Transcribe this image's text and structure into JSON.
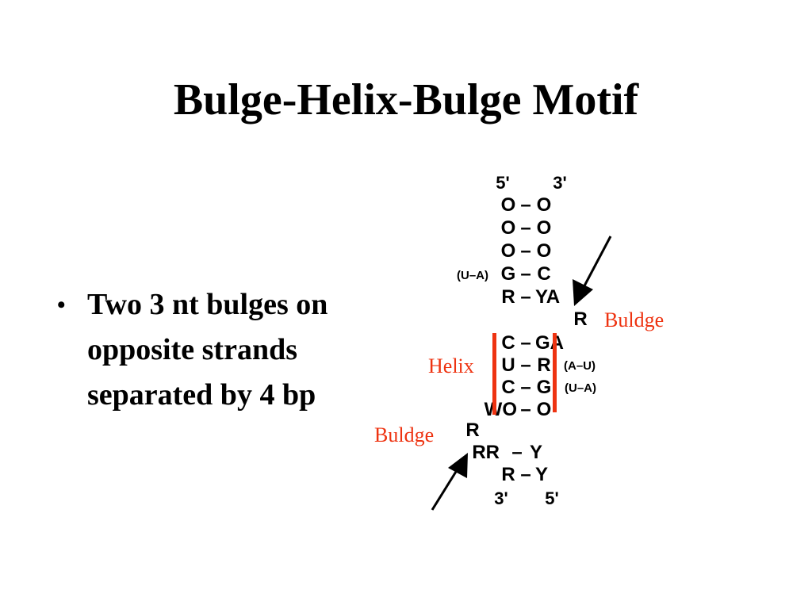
{
  "slide": {
    "title": "Bulge-Helix-Bulge Motif",
    "bullet_marker": "•",
    "bullet_lines": [
      "Two 3 nt bulges on",
      "opposite strands",
      "separated by 4 bp"
    ]
  },
  "diagram": {
    "accent_color": "#ee3311",
    "ends_top": [
      "5'",
      "3'"
    ],
    "rows": [
      {
        "left": "O",
        "bond": "–",
        "right": "O"
      },
      {
        "left": "O",
        "bond": "–",
        "right": "O"
      },
      {
        "left": "O",
        "bond": "–",
        "right": "O"
      },
      {
        "note": "(U–A)",
        "left": "G",
        "bond": "–",
        "right": "C"
      },
      {
        "left": "R",
        "bond": "–",
        "right": "YA"
      }
    ],
    "bulge_top_nt": "R",
    "helix_rows": [
      {
        "left": "C",
        "bond": "–",
        "right": "GA",
        "note": ""
      },
      {
        "left": "U",
        "bond": "–",
        "right": "R",
        "note": "(A–U)"
      },
      {
        "left": "C",
        "bond": "–",
        "right": "G",
        "note": "(U–A)"
      },
      {
        "left": "WO",
        "bond": "–",
        "right": "O",
        "note": ""
      }
    ],
    "bulge_bottom_nt": "R",
    "bottom_rows": [
      {
        "left": "RR",
        "bond": "–",
        "right": "Y"
      },
      {
        "left": "R",
        "bond": "–",
        "right": "Y"
      }
    ],
    "ends_bottom": [
      "3'",
      "5'"
    ],
    "labels": {
      "bulge_top": "Buldge",
      "helix": "Helix",
      "bulge_bottom": "Buldge"
    }
  }
}
